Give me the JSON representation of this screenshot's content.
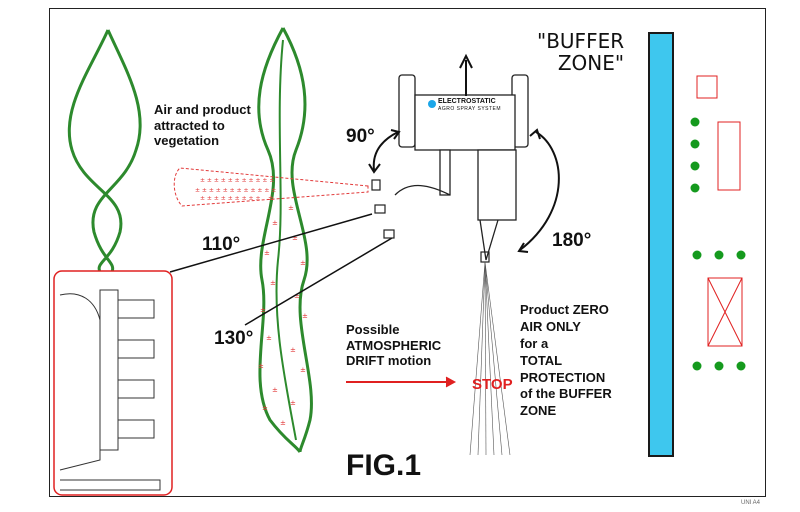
{
  "title": "FIG.1",
  "buffer_zone_title": "\"BUFFER\nZONE\"",
  "brand": {
    "name": "ELECTROSTATIC",
    "tagline": "AGRO SPRAY SYSTEM"
  },
  "angles": {
    "a90": "90°",
    "a110": "110°",
    "a130": "130°",
    "a180": "180°"
  },
  "labels": {
    "attracted": "Air and product\nattracted to\nvegetation",
    "drift": "Possible\nATMOSPHERIC\nDRIFT motion",
    "stop": "STOP",
    "buffer_note": "Product ZERO\nAIR ONLY\nfor a\nTOTAL\nPROTECTION\nof the BUFFER\nZONE"
  },
  "footer_code": "UNI A4",
  "colors": {
    "plant": "#2d8a2d",
    "buffer_strip": "#3ec7ee",
    "red": "#e02020",
    "spray": "#e23a3a",
    "dot_green": "#159a1e"
  }
}
